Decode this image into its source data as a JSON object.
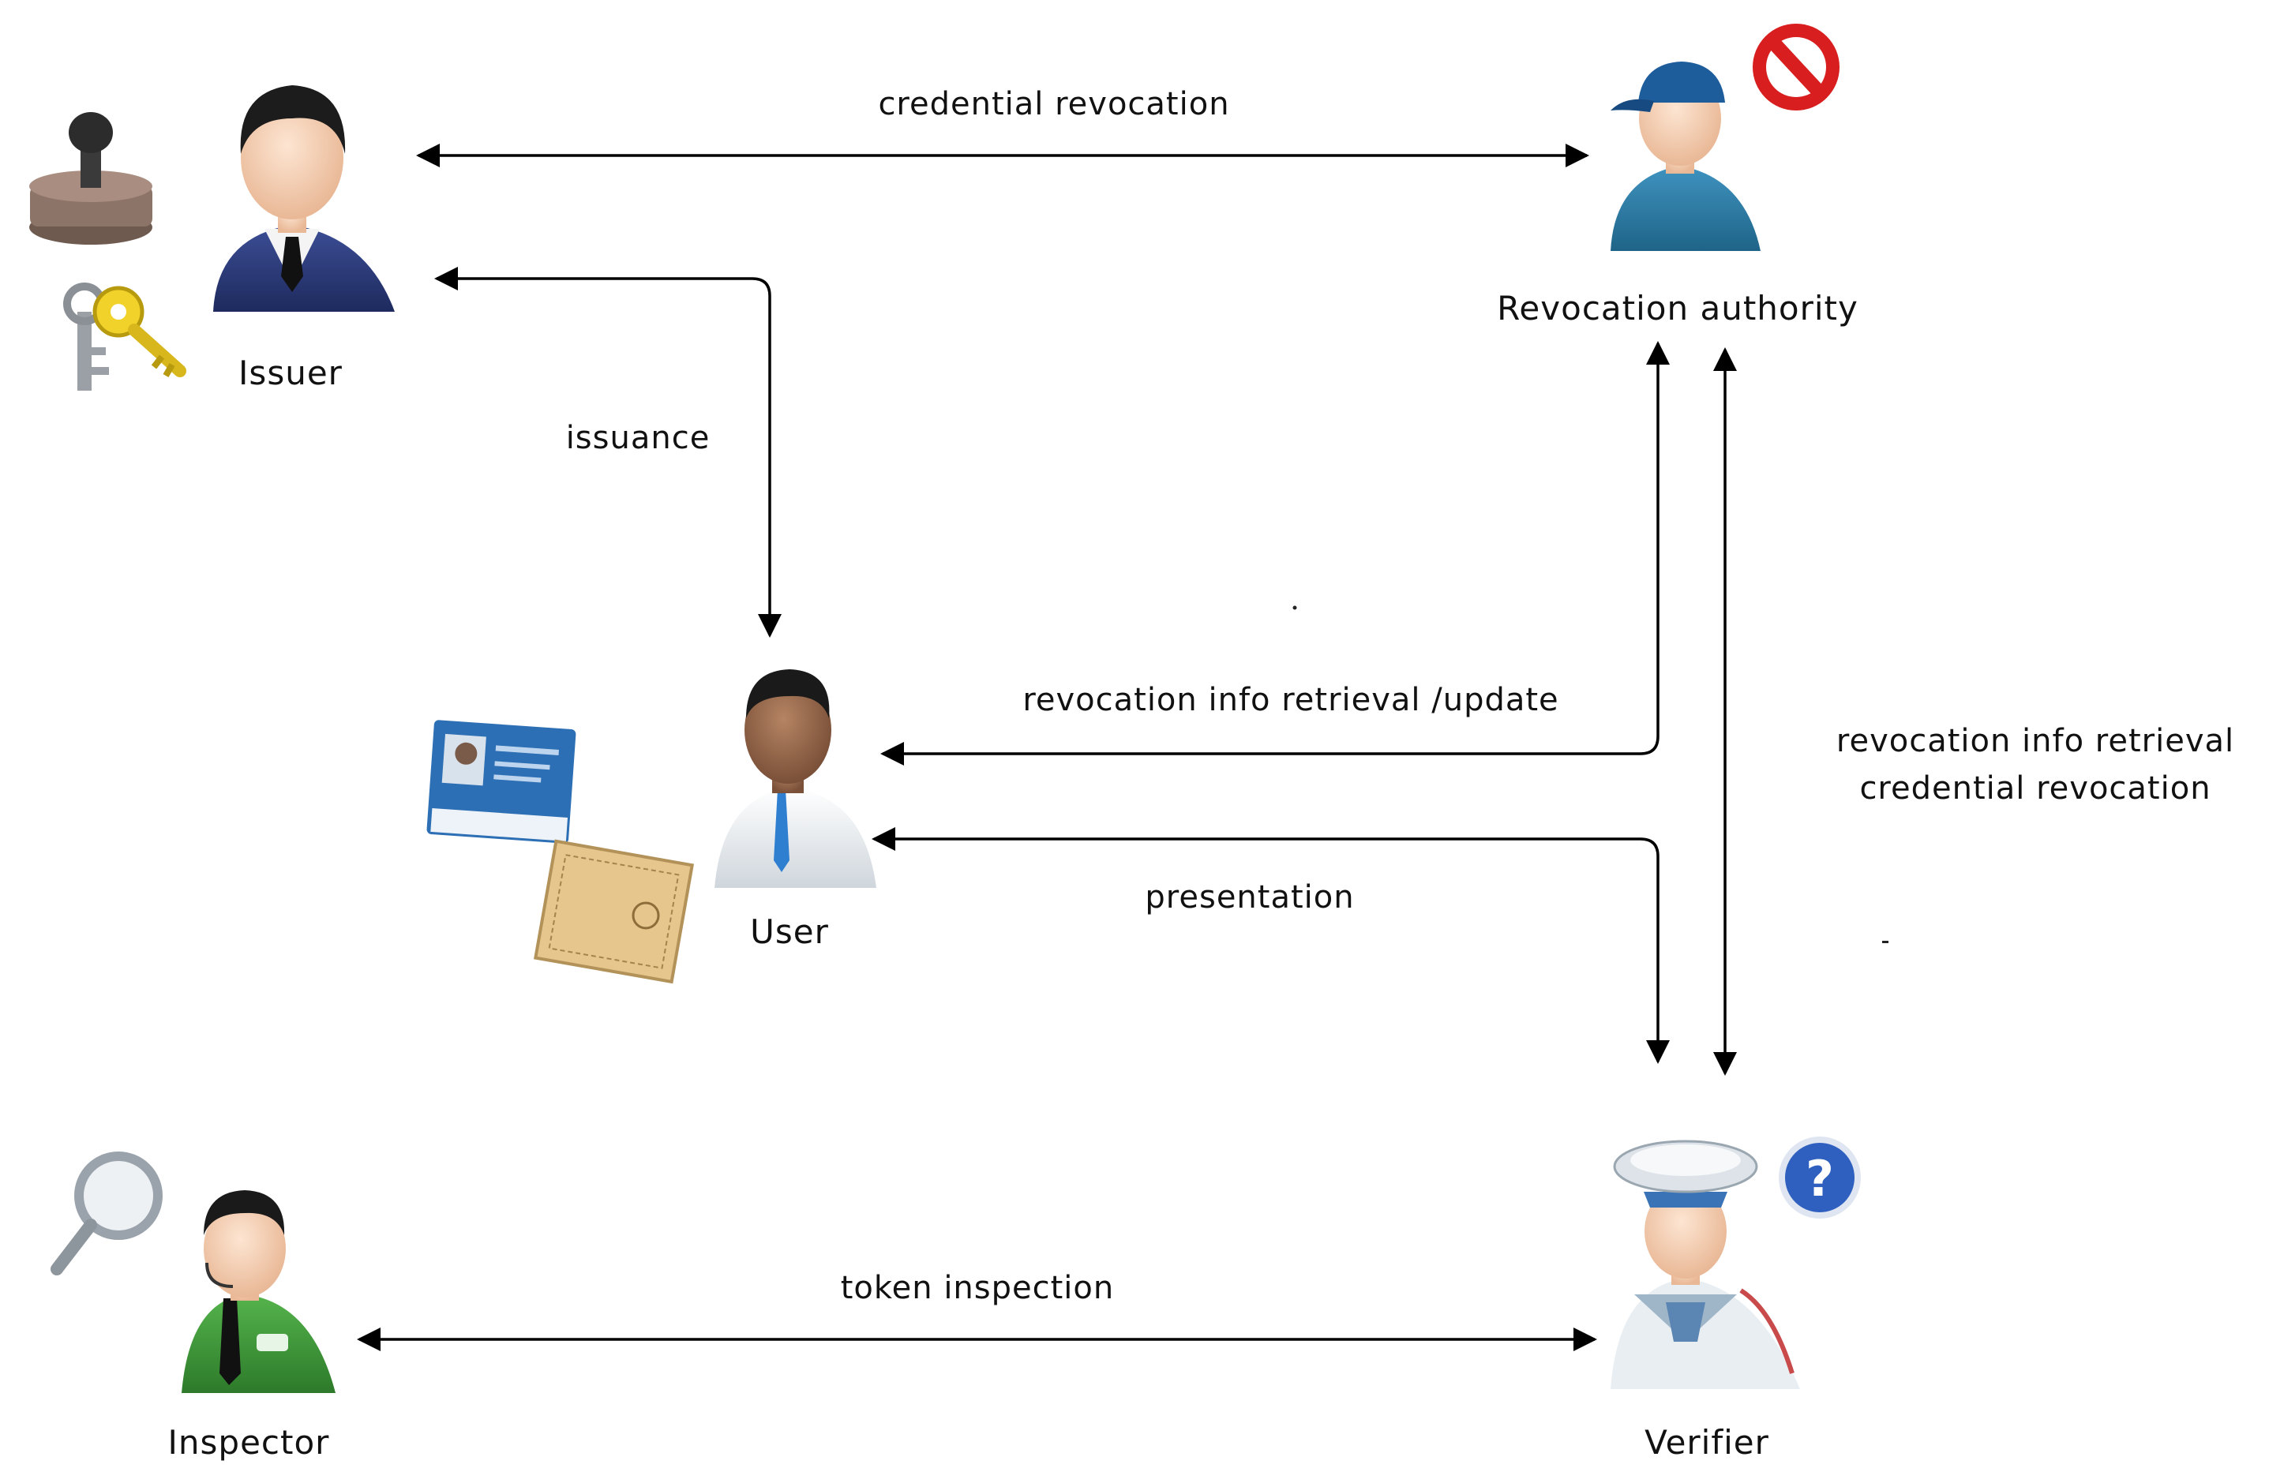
{
  "actors": {
    "issuer": "Issuer",
    "revocation_authority": "Revocation authority",
    "user": "User",
    "inspector": "Inspector",
    "verifier": "Verifier"
  },
  "flows": {
    "credential_revocation": "credential revocation",
    "issuance": "issuance",
    "revocation_info_update": "revocation info retrieval /update",
    "presentation": "presentation",
    "verifier_ra_line1": "revocation info retrieval",
    "verifier_ra_line2": "credential revocation",
    "token_inspection": "token inspection"
  },
  "icons": {
    "issuer_extras": [
      "rubber-stamp-icon",
      "keys-icon"
    ],
    "revocation_authority_extra": "prohibited-sign-icon",
    "user_extras": [
      "id-card-icon",
      "certificate-icon"
    ],
    "inspector_extra": "magnifier-icon",
    "verifier_extra": "question-mark-icon"
  },
  "colors": {
    "issuer_suit": "#2b3a7a",
    "revocation_shirt": "#2e7fa8",
    "inspector_shirt": "#3f9b3a",
    "prohibited_red": "#d81e1e",
    "question_blue": "#2f5fbf"
  }
}
